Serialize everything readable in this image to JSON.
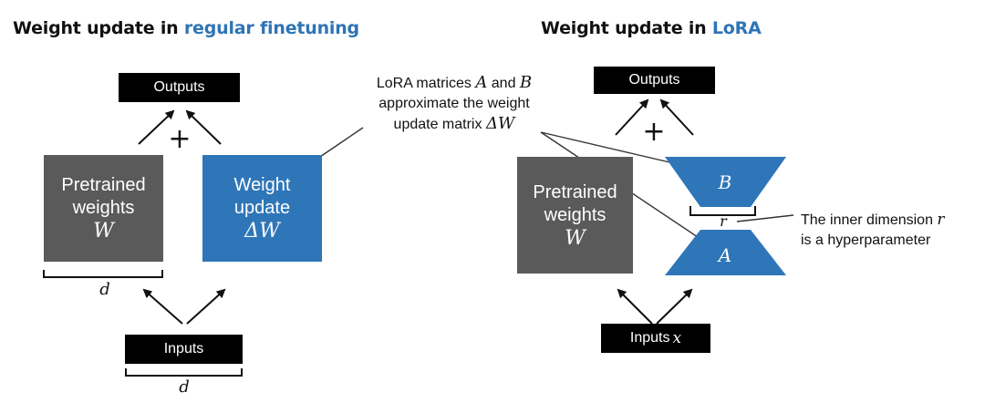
{
  "left_panel": {
    "title_prefix": "Weight update in ",
    "title_accent": "regular finetuning",
    "outputs_label": "Outputs",
    "plus_sign": "+",
    "pretrained": {
      "line1": "Pretrained",
      "line2": "weights",
      "symbol": "W"
    },
    "weight_update": {
      "line1": "Weight",
      "line2": "update",
      "symbol": "ΔW"
    },
    "dim_label_top": "d",
    "inputs_label": "Inputs",
    "dim_label_bottom": "d"
  },
  "annotation_matrices": {
    "line1_pre": "LoRA matrices ",
    "line1_a": "A",
    "line1_mid": " and ",
    "line1_b": "B",
    "line2": "approximate the weight",
    "line3_pre": "update matrix ",
    "line3_sym": "ΔW"
  },
  "right_panel": {
    "title_prefix": "Weight update in ",
    "title_accent": "LoRA",
    "outputs_label": "Outputs",
    "plus_sign": "+",
    "pretrained": {
      "line1": "Pretrained",
      "line2": "weights",
      "symbol": "W"
    },
    "matrix_b": "B",
    "matrix_a": "A",
    "rank_label": "r",
    "inputs_label_prefix": "Inputs ",
    "inputs_label_var": "x",
    "inner_dim_note_line1_pre": "The inner dimension ",
    "inner_dim_note_line1_var": "r",
    "inner_dim_note_line2": "is a hyperparameter"
  },
  "colors": {
    "accent_blue": "#2f74b5",
    "block_blue": "#2f76b8",
    "block_gray": "#5a5a5a",
    "black": "#000000"
  }
}
